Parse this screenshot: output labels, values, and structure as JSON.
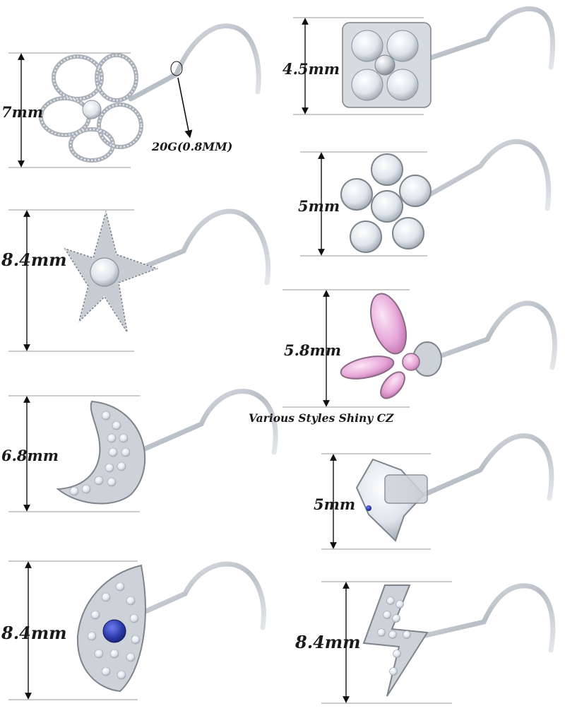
{
  "labels": {
    "flower_outline": "7mm",
    "gauge": "20G(0.8MM)",
    "starburst": "8.4mm",
    "moon": "6.8mm",
    "evil_eye": "8.4mm",
    "clover": "4.5mm",
    "flower_round": "5mm",
    "butterfly": "5.8mm",
    "caption": "Various Styles Shiny CZ",
    "marquise_star": "5mm",
    "lightning": "8.4mm"
  },
  "colors": {
    "metal": "#c7ccd2",
    "metal_dark": "#7b828a",
    "crystal": "#e9eef3",
    "pink": "#e7a6d8",
    "blue": "#2b3aa8",
    "guide_line": "#9a9a9a"
  }
}
